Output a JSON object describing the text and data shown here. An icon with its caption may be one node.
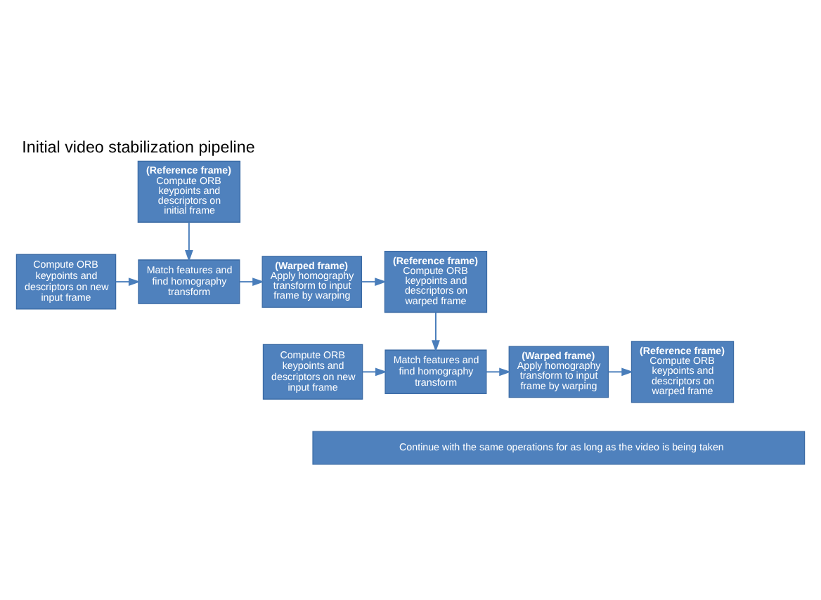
{
  "diagram": {
    "title": "Initial video stabilization pipeline",
    "nodes": [
      {
        "text": [
          "(Reference frame)",
          "Compute ORB keypoints and descriptors on initial frame"
        ]
      },
      {
        "text": [
          "Compute ORB keypoints and descriptors on new input frame"
        ]
      },
      {
        "text": [
          "Match features and find homography transform"
        ]
      },
      {
        "text": [
          "(Warped frame)",
          "Apply homography transform to input frame by warping"
        ]
      },
      {
        "text": [
          "(Reference frame)",
          "Compute ORB keypoints and descriptors on warped frame"
        ]
      },
      {
        "text": [
          "Compute ORB keypoints and descriptors on new input frame"
        ]
      },
      {
        "text": [
          "Match features and find homography transform"
        ]
      },
      {
        "text": [
          "(Warped frame)",
          "Apply homography transform to input frame by warping"
        ]
      },
      {
        "text": [
          "(Reference frame)",
          "Compute ORB keypoints and descriptors on warped frame"
        ]
      },
      {
        "text": [
          "Continue with the same operations for as long as the video is being taken"
        ]
      }
    ],
    "edges": [
      {
        "from": 0,
        "to": 2,
        "arrow": "to"
      },
      {
        "from": 1,
        "to": 2,
        "arrow": "to"
      },
      {
        "from": 2,
        "to": 3,
        "arrow": "to"
      },
      {
        "from": 3,
        "to": 4,
        "arrow": "to"
      },
      {
        "from": 4,
        "to": 6,
        "arrow": "to"
      },
      {
        "from": 5,
        "to": 6,
        "arrow": "to"
      },
      {
        "from": 6,
        "to": 7,
        "arrow": "to"
      },
      {
        "from": 7,
        "to": 8,
        "arrow": "to"
      }
    ]
  }
}
